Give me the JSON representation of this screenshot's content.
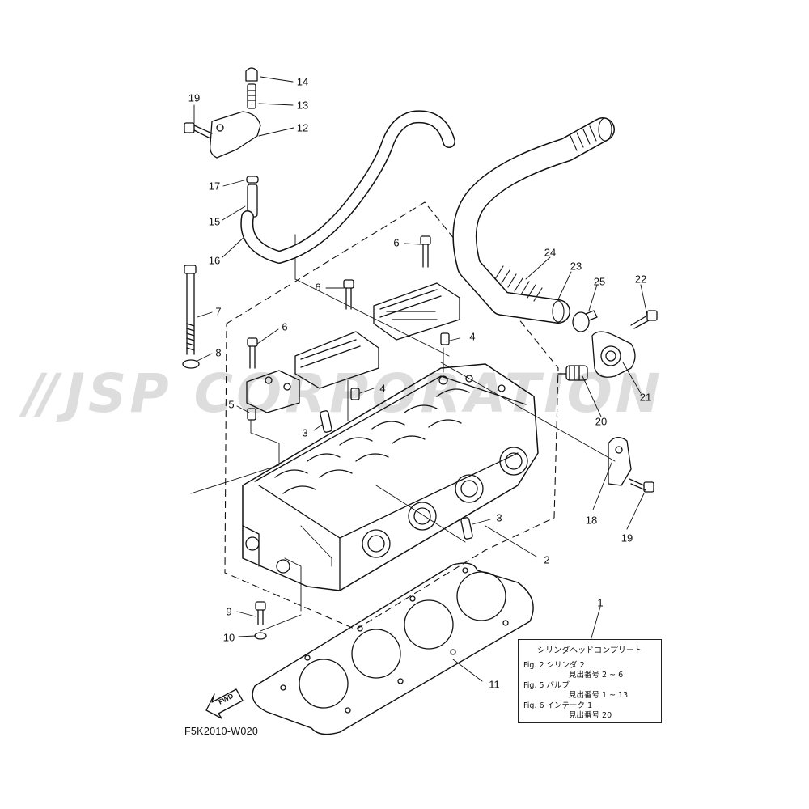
{
  "watermark": {
    "mark": "//",
    "text": "JSP CORPORATION"
  },
  "figure_code": "F5K2010-W020",
  "fwd_label": "FWD",
  "callouts": [
    {
      "id": "c1",
      "label": "1"
    },
    {
      "id": "c2",
      "label": "2"
    },
    {
      "id": "c3a",
      "label": "3"
    },
    {
      "id": "c3b",
      "label": "3"
    },
    {
      "id": "c4a",
      "label": "4"
    },
    {
      "id": "c4b",
      "label": "4"
    },
    {
      "id": "c5",
      "label": "5"
    },
    {
      "id": "c6a",
      "label": "6"
    },
    {
      "id": "c6b",
      "label": "6"
    },
    {
      "id": "c6c",
      "label": "6"
    },
    {
      "id": "c7",
      "label": "7"
    },
    {
      "id": "c8",
      "label": "8"
    },
    {
      "id": "c9",
      "label": "9"
    },
    {
      "id": "c10",
      "label": "10"
    },
    {
      "id": "c11",
      "label": "11"
    },
    {
      "id": "c12",
      "label": "12"
    },
    {
      "id": "c13",
      "label": "13"
    },
    {
      "id": "c14",
      "label": "14"
    },
    {
      "id": "c15",
      "label": "15"
    },
    {
      "id": "c16",
      "label": "16"
    },
    {
      "id": "c17",
      "label": "17"
    },
    {
      "id": "c18",
      "label": "18"
    },
    {
      "id": "c19a",
      "label": "19"
    },
    {
      "id": "c19b",
      "label": "19"
    },
    {
      "id": "c20",
      "label": "20"
    },
    {
      "id": "c21",
      "label": "21"
    },
    {
      "id": "c22",
      "label": "22"
    },
    {
      "id": "c23",
      "label": "23"
    },
    {
      "id": "c24",
      "label": "24"
    },
    {
      "id": "c25",
      "label": "25"
    }
  ],
  "reference_box": {
    "title": "シリンダヘッドコンプリート",
    "entries": [
      {
        "fig": "Fig. 2 シリンダ 2",
        "detail": "見出番号 2 ~ 6"
      },
      {
        "fig": "Fig. 5 バルブ",
        "detail": "見出番号 1 ~ 13"
      },
      {
        "fig": "Fig. 6 インテーク 1",
        "detail": "見出番号 20"
      }
    ]
  }
}
